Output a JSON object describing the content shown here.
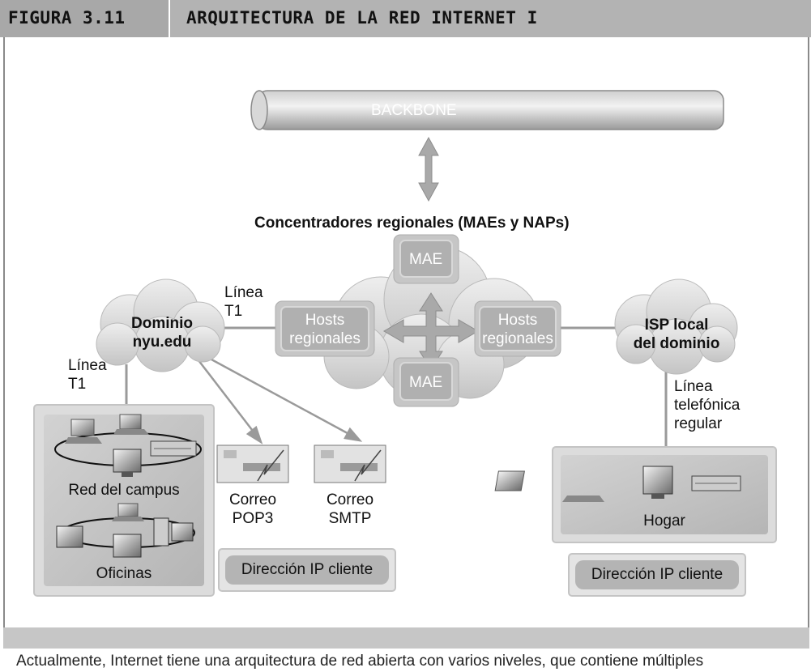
{
  "header": {
    "figure_number": "FIGURA 3.11",
    "title": "ARQUITECTURA DE LA RED INTERNET I"
  },
  "diagram": {
    "backbone": "BACKBONE",
    "concentrators_title": "Concentradores regionales (MAEs y NAPs)",
    "mae_top": "MAE",
    "mae_bottom": "MAE",
    "hosts_left": [
      "Hosts",
      "regionales"
    ],
    "hosts_right": [
      "Hosts",
      "regionales"
    ],
    "domain": [
      "Dominio",
      "nyu.edu"
    ],
    "isp": [
      "ISP local",
      "del dominio"
    ],
    "line_t1_top": [
      "Línea",
      "T1"
    ],
    "line_t1_left": [
      "Línea",
      "T1"
    ],
    "phone_line": [
      "Línea",
      "telefónica",
      "regular"
    ],
    "campus": "Red del campus",
    "offices": "Oficinas",
    "mail_pop3": [
      "Correo",
      "POP3"
    ],
    "mail_smtp": [
      "Correo",
      "SMTP"
    ],
    "client_ip_left": "Dirección IP cliente",
    "client_ip_right": "Dirección IP cliente",
    "home": "Hogar"
  },
  "caption": "Actualmente, Internet tiene una arquitectura de red abierta con varios niveles, que contiene múltiples"
}
